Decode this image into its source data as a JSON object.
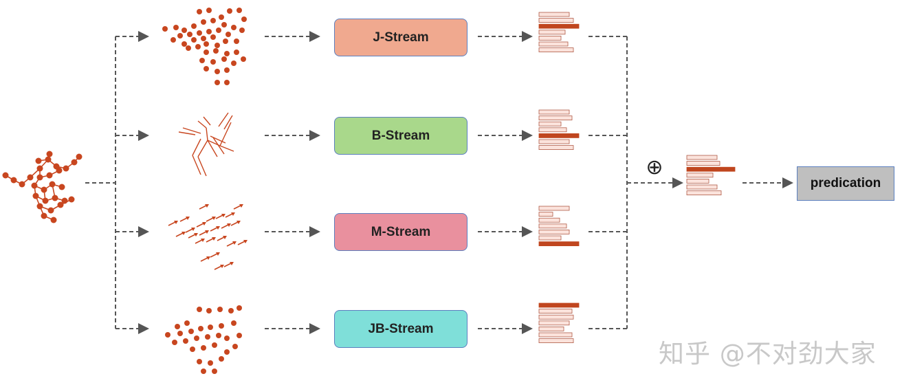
{
  "streams": [
    {
      "label": "J-Stream",
      "color": "#f0a98f"
    },
    {
      "label": "B-Stream",
      "color": "#a9d88b"
    },
    {
      "label": "M-Stream",
      "color": "#e9909e"
    },
    {
      "label": "JB-Stream",
      "color": "#7fdfd9"
    }
  ],
  "fusion_symbol": "⊕",
  "output_label": "predication",
  "watermark": "知乎 @不对劲大家",
  "colors": {
    "skeleton": "#c8461f",
    "bar_highlight": "#c0461f",
    "bar_fill": "#fbe3dc",
    "bar_border": "#b05a45",
    "arrow": "#555555",
    "box_border": "#5b7fbf",
    "output_box": "#bfbfbf"
  }
}
